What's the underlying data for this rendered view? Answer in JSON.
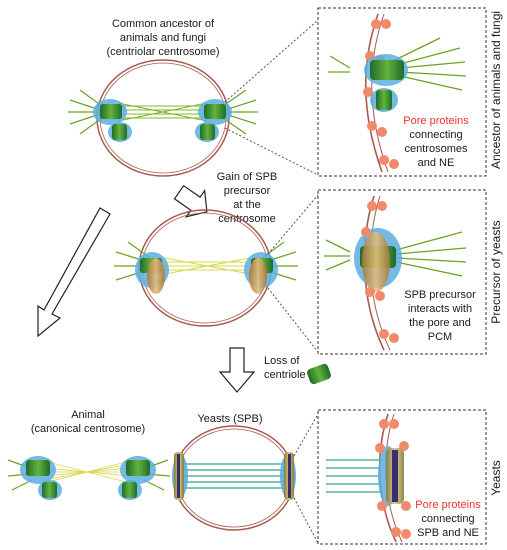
{
  "labels": {
    "ancestor_line1": "Common ancestor of",
    "ancestor_line2": "animals and fungi",
    "ancestor_line3": "(centriolar centrosome)",
    "gain_line1": "Gain of SPB",
    "gain_line2": "precursor",
    "gain_line3": "at the",
    "gain_line4": "centrosome",
    "loss_line1": "Loss of",
    "loss_line2": "centriole",
    "animal_line1": "Animal",
    "animal_line2": "(canonical centrosome)",
    "yeasts_spb": "Yeasts (SPB)"
  },
  "insets": {
    "top": {
      "red": "Pore proteins",
      "line2": "connecting",
      "line3": "centrosomes",
      "line4": "and NE",
      "side": "Ancestor of animals and fungi"
    },
    "middle": {
      "line1": "SPB precursor",
      "line2": "interacts with",
      "line3": "the pore and",
      "line4": "PCM",
      "side": "Precursor of yeasts"
    },
    "bottom": {
      "red": "Pore proteins",
      "line2": "connecting",
      "line3": "SPB and NE",
      "side": "Yeasts"
    }
  },
  "colors": {
    "microtubule": "#6aa31f",
    "centriole": "#2e8b3c",
    "pcm": "#5aaee0",
    "pore": "#f08a6a",
    "spb": "#3a2d6e",
    "spb_precursor": "#c79a52",
    "envelope": "#a85a50"
  }
}
